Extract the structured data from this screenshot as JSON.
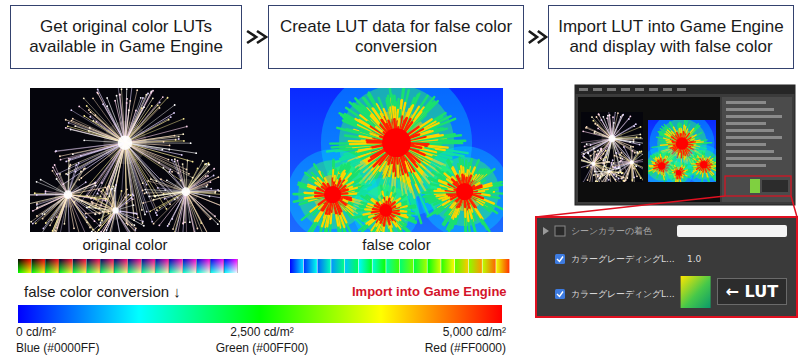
{
  "diagram": {
    "nodes": [
      {
        "text": [
          "Get original color LUTs available in Game Engine"
        ]
      },
      {
        "text": [
          "Create LUT data for false color conversion"
        ]
      },
      {
        "text": [
          "Import LUT into Game Engine and display with false color"
        ]
      },
      {
        "text": [
          "シーンカラーの着色",
          "カラーグレーディングL...",
          "1.0",
          "カラーグレーディングL..."
        ]
      },
      {
        "text": [
          "← LUT"
        ],
        "in": 3
      }
    ],
    "edges": [
      {
        "from": 0,
        "to": 1,
        "arrow": "to"
      },
      {
        "from": 1,
        "to": 2,
        "arrow": "to"
      }
    ],
    "labels": [
      "original color",
      "false color",
      "false color conversion ↓",
      "Import into Game Engine",
      "0 cd/m²",
      "Blue (#0000FF)",
      "2,500 cd/m²",
      "Green (#00FF00)",
      "5,000 cd/m²",
      "Red (#FF0000)"
    ]
  }
}
